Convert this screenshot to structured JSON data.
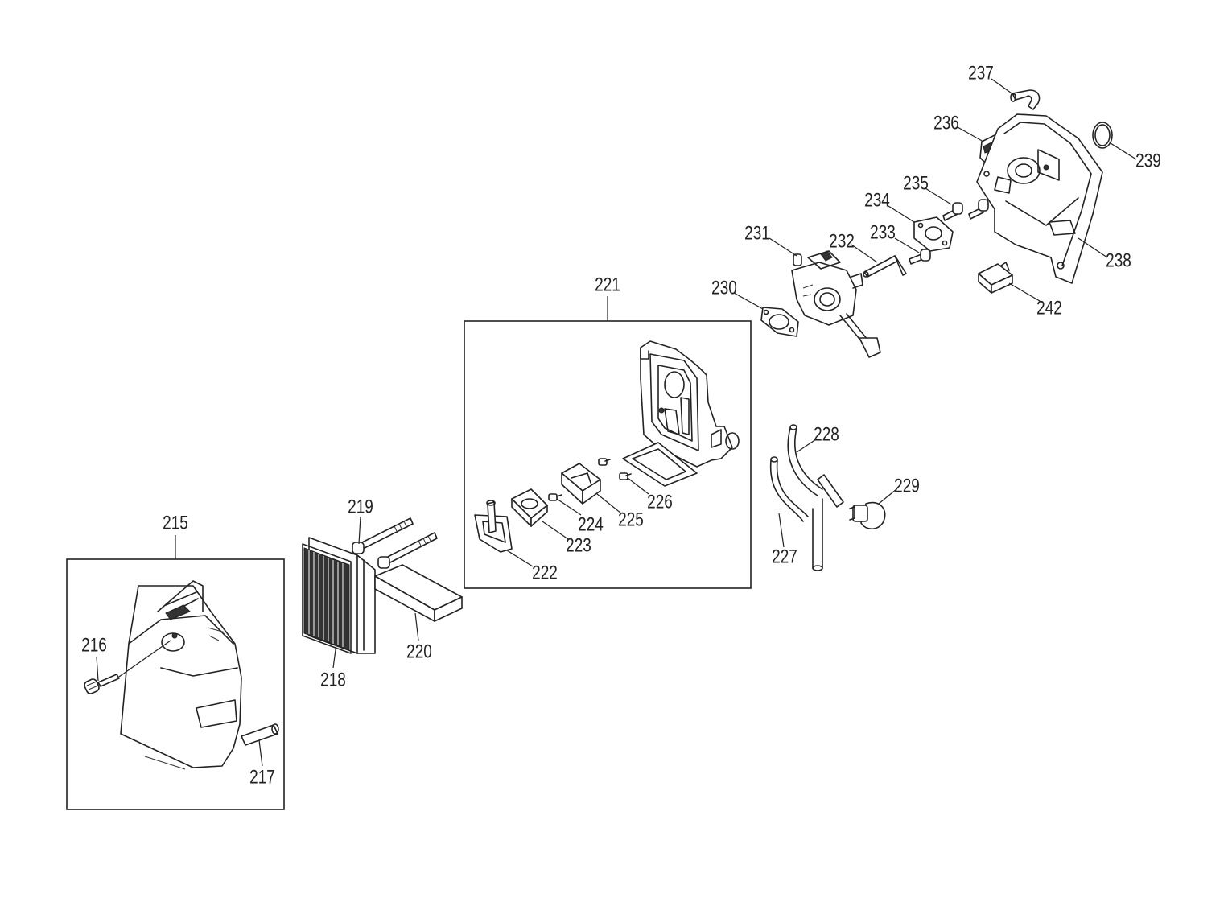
{
  "parts": {
    "p215": "215",
    "p216": "216",
    "p217": "217",
    "p218": "218",
    "p219": "219",
    "p220": "220",
    "p221": "221",
    "p222": "222",
    "p223": "223",
    "p224": "224",
    "p225": "225",
    "p226": "226",
    "p227": "227",
    "p228": "228",
    "p229": "229",
    "p230": "230",
    "p231": "231",
    "p232": "232",
    "p233": "233",
    "p234": "234",
    "p235": "235",
    "p236": "236",
    "p237": "237",
    "p238": "238",
    "p239": "239",
    "p242": "242"
  }
}
